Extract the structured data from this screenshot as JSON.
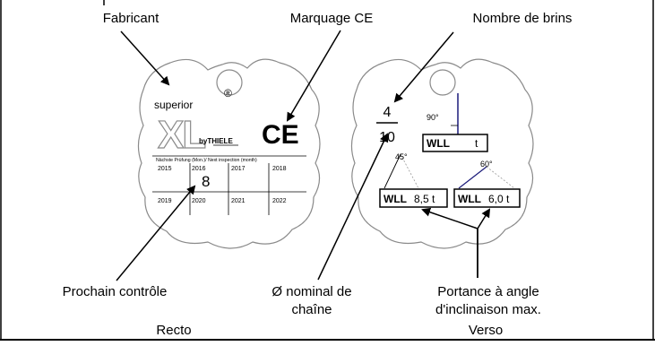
{
  "callouts": {
    "manufacturer": "Fabricant",
    "ce_marking": "Marquage CE",
    "strand_count": "Nombre de brins",
    "next_inspection": "Prochain contrôle",
    "chain_diameter_line1": "Ø nominal de",
    "chain_diameter_line2": "chaîne",
    "capacity_line1": "Portance à angle",
    "capacity_line2": "d'inclinaison max."
  },
  "captions": {
    "front": "Recto",
    "back": "Verso"
  },
  "front_tag": {
    "brand_small": "superior",
    "brand_large": "XL",
    "registered": "®",
    "by_label": "byTHIELE",
    "ce_mark": "CE",
    "inspection_header": "Nächste Prüfung (Mon.)/ Next inspection (month)",
    "years_row1": [
      "2015",
      "2016",
      "2017",
      "2018"
    ],
    "years_row2": [
      "2019",
      "2020",
      "2021",
      "2022"
    ],
    "month_value": "8"
  },
  "back_tag": {
    "strands": "4",
    "diameter": "10",
    "angle_vertical": "90°",
    "wll_vertical": "WLL",
    "wll_vertical_unit": "t",
    "angle_left": "45°",
    "wll_left": "WLL",
    "wll_left_value": "8,5 t",
    "angle_right": "60°",
    "wll_right": "WLL",
    "wll_right_value": "6,0 t"
  }
}
